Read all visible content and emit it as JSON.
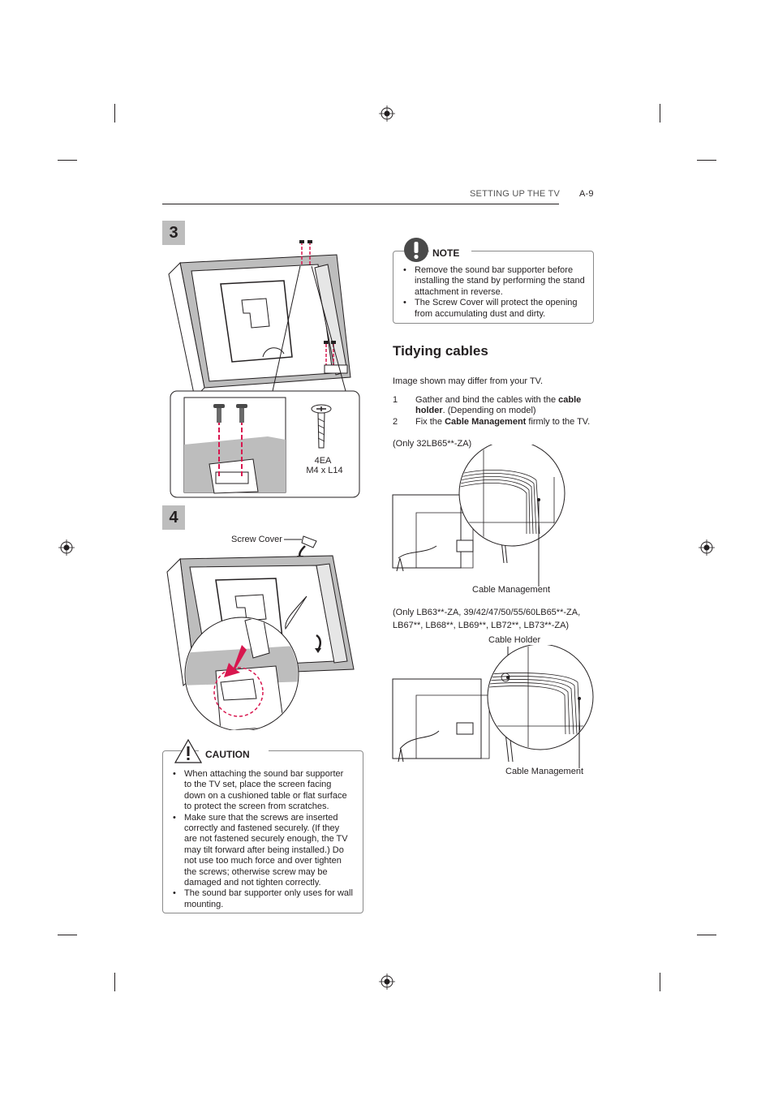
{
  "header": {
    "section": "SETTING UP THE TV",
    "page": "A-9"
  },
  "step3": {
    "number": "3",
    "screw_qty": "4EA",
    "screw_spec": "M4 x L14"
  },
  "step4": {
    "number": "4",
    "screw_cover_label": "Screw Cover"
  },
  "caution": {
    "title": "CAUTION",
    "items": [
      "When attaching the sound bar supporter to the TV set, place the screen facing down on a cushioned table or flat surface to protect the screen from scratches.",
      "Make sure that the screws are inserted correctly and fastened securely. (If they are not fastened securely enough, the TV may tilt forward after being installed.) Do not use too much force and over tighten the screws; otherwise screw may be damaged and not tighten correctly.",
      "The sound bar supporter only uses for wall mounting."
    ]
  },
  "note": {
    "title": "NOTE",
    "items": [
      "Remove the sound bar supporter before installing the stand by performing the stand attachment in reverse.",
      "The Screw Cover will protect the opening from accumulating dust and dirty."
    ]
  },
  "tidying": {
    "heading": "Tidying cables",
    "intro": "Image shown may differ from your TV.",
    "steps": [
      {
        "num": "1",
        "pre": "Gather and bind the cables with the ",
        "bold": "cable holder",
        "post": ". (Depending on model)"
      },
      {
        "num": "2",
        "pre": "Fix the ",
        "bold": "Cable Management",
        "post": " firmly to the TV."
      }
    ],
    "model1": "(Only 32LB65**-ZA)",
    "fig1_label": "Cable Management",
    "model2_line1": "(Only LB63**-ZA, 39/42/47/50/55/60LB65**-ZA,",
    "model2_line2": "LB67**, LB68**, LB69**, LB72**, LB73**-ZA)",
    "fig2_holder_label": "Cable Holder",
    "fig2_label": "Cable Management"
  }
}
